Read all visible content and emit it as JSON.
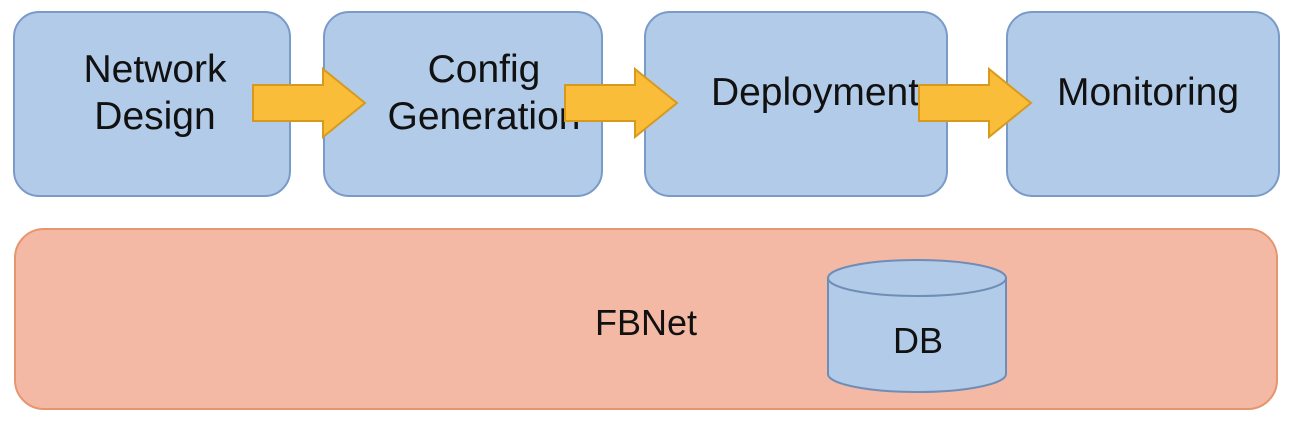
{
  "pipeline": {
    "steps": [
      {
        "label": "Network\nDesign"
      },
      {
        "label": "Config\nGeneration"
      },
      {
        "label": "Deployment"
      },
      {
        "label": "Monitoring"
      }
    ]
  },
  "platform": {
    "label": "FBNet",
    "db_label": "DB"
  },
  "colors": {
    "step_fill": "#b2cbe8",
    "step_border": "#7a9ac7",
    "arrow_fill": "#f9bd39",
    "arrow_border": "#d89a1d",
    "platform_fill": "#f4b9a5",
    "platform_border": "#e6966e",
    "db_fill": "#b2cbe8",
    "db_border": "#6f8db6"
  },
  "icons": {
    "arrow": "right-arrow-icon",
    "database": "database-cylinder-icon"
  }
}
